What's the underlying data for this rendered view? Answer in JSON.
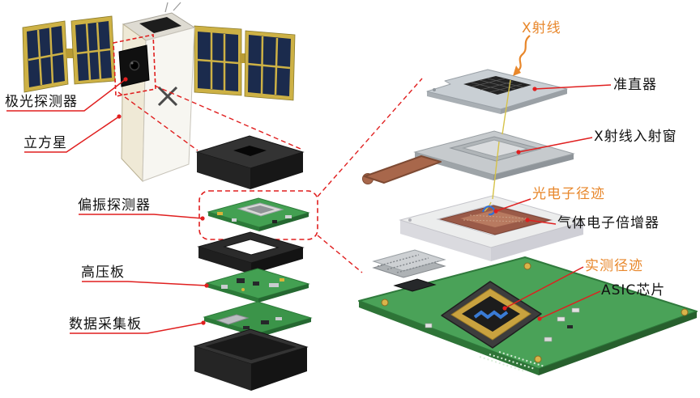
{
  "labels": {
    "aurora_detector": "极光探测器",
    "cubesat": "立方星",
    "polarization_detector": "偏振探测器",
    "high_voltage_board": "高压板",
    "data_acquisition_board": "数据采集板",
    "xray": "X射线",
    "collimator": "准直器",
    "xray_entrance_window": "X射线入射窗",
    "photoelectron_track": "光电子径迹",
    "gas_electron_multiplier": "气体电子倍增器",
    "measured_track": "实测径迹",
    "asic_chip": "ASIC芯片"
  },
  "colors": {
    "leader_red": "#e01f1f",
    "accent_orange": "#e8872b",
    "pcb_green": "#43a052",
    "big_pcb_green": "#4aa258",
    "solar_panel_yellow": "#cdb145",
    "solar_cell_navy": "#1b2b4d",
    "gem_plate_red": "#9a5a48",
    "metal_gray": "#c6cacd",
    "track_blue": "#3a7bd5",
    "box_black": "#2f2f2f"
  }
}
